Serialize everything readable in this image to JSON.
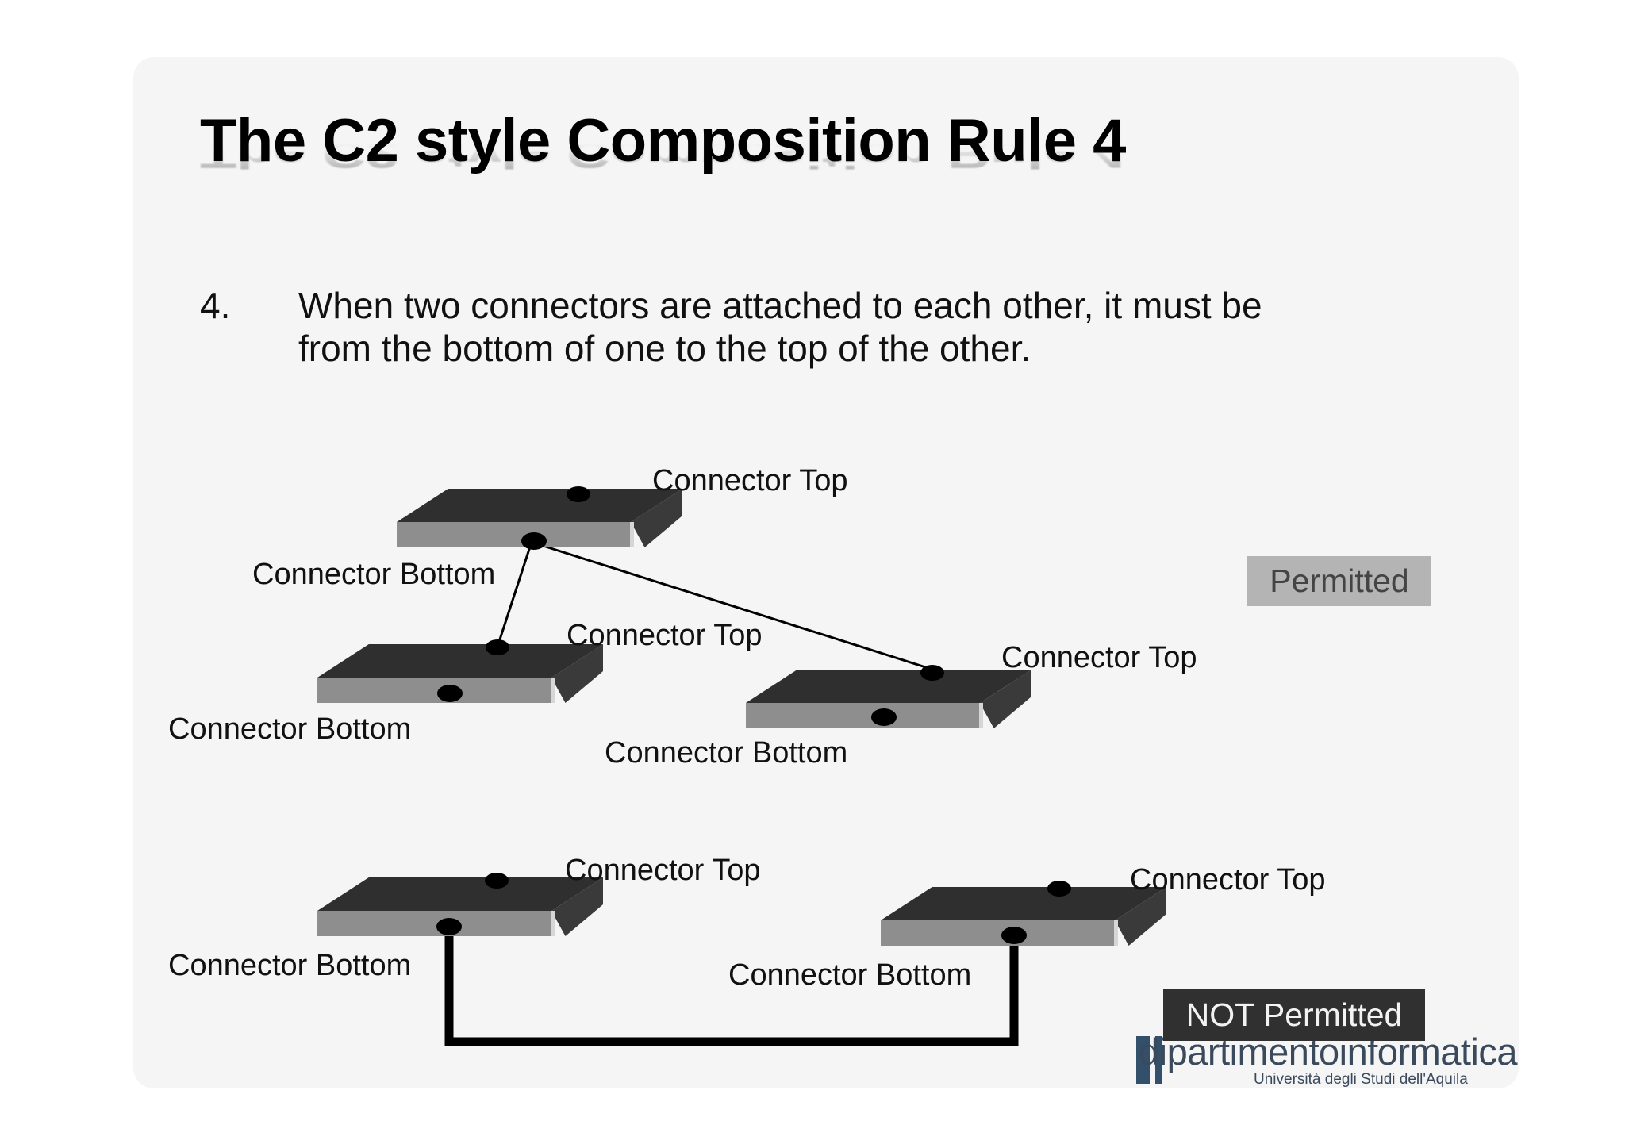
{
  "slide": {
    "title": "The C2 style Composition Rule 4",
    "rule_number": "4.",
    "rule_text": "When two connectors are attached to each other, it must be from the bottom of one to the top of the other."
  },
  "badges": {
    "permitted": "Permitted",
    "not_permitted": "NOT Permitted"
  },
  "logo": {
    "word": "dipartimentoinformatica",
    "subtitle": "Università degli Studi dell'Aquila"
  },
  "labels": {
    "connector_top": "Connector Top",
    "connector_bottom": "Connector Bottom"
  },
  "diagram": {
    "connectors": [
      {
        "id": "connector-1",
        "group": "permitted",
        "top_label": "Connector Top",
        "bottom_label": "Connector Bottom"
      },
      {
        "id": "connector-2",
        "group": "permitted",
        "top_label": "Connector Top",
        "bottom_label": "Connector Bottom"
      },
      {
        "id": "connector-3",
        "group": "permitted",
        "top_label": "Connector Top",
        "bottom_label": "Connector Bottom"
      },
      {
        "id": "connector-4",
        "group": "not-permitted",
        "top_label": "Connector Top",
        "bottom_label": "Connector Bottom"
      },
      {
        "id": "connector-5",
        "group": "not-permitted",
        "top_label": "Connector Top",
        "bottom_label": "Connector Bottom"
      }
    ],
    "links": [
      {
        "from": "connector-1-bottom",
        "to": "connector-2-top",
        "style": "thin"
      },
      {
        "from": "connector-1-bottom",
        "to": "connector-3-top",
        "style": "thin"
      },
      {
        "from": "connector-4-bottom",
        "to": "connector-5-bottom",
        "style": "thick-orthogonal"
      }
    ],
    "colors": {
      "bar_top_face": "#2f2f2f",
      "bar_front_face": "#8e8e8e",
      "bar_side_face": "#3a3a3a",
      "dot": "#000000",
      "link": "#000000",
      "permitted_badge_bg": "#b4b4b4",
      "not_permitted_badge_bg": "#303030",
      "logo_blue": "#3a4a5c",
      "slide_bg": "#f5f5f5"
    }
  }
}
